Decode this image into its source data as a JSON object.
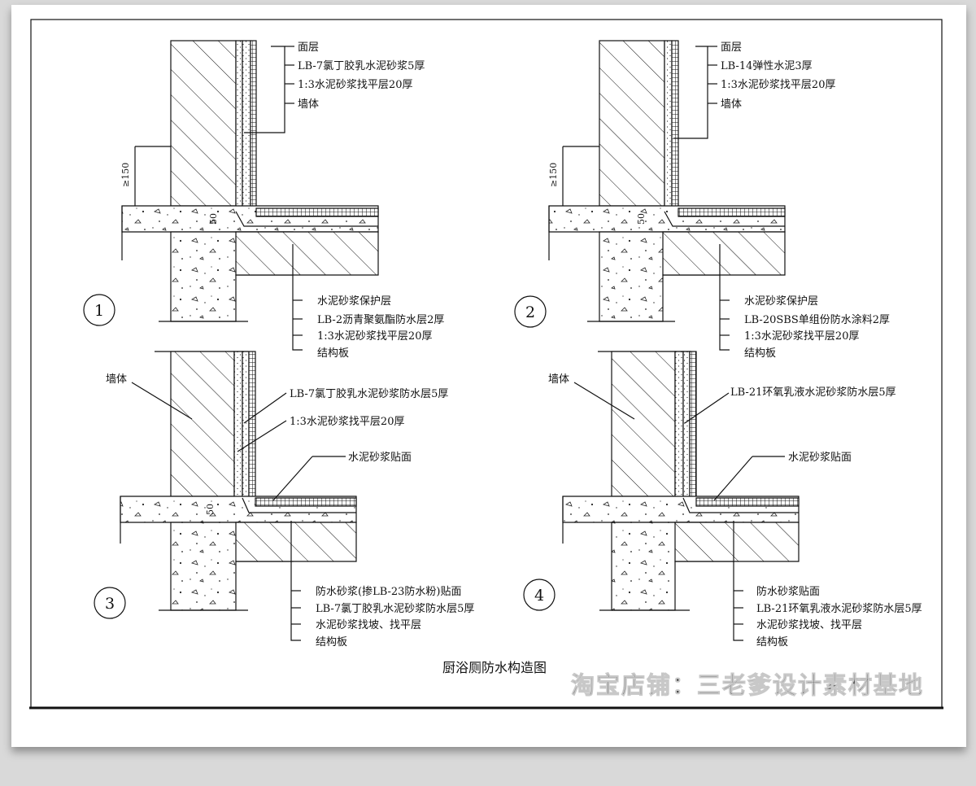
{
  "title": "厨浴厕防水构造图",
  "watermark": "淘宝店铺：三老爹设计素材基地",
  "details": [
    {
      "number": "1",
      "wall_labels": [
        "面层",
        "LB-7氯丁胶乳水泥砂浆5厚",
        "1:3水泥砂浆找平层20厚",
        "墙体"
      ],
      "floor_labels": [
        "水泥砂浆保护层",
        "LB-2沥青聚氨酯防水层2厚",
        "1:3水泥砂浆找平层20厚",
        "结构板"
      ],
      "dim_height": "≥150",
      "dim_offset": "50"
    },
    {
      "number": "2",
      "wall_labels": [
        "面层",
        "LB-14弹性水泥3厚",
        "1:3水泥砂浆找平层20厚",
        "墙体"
      ],
      "floor_labels": [
        "水泥砂浆保护层",
        "LB-20SBS单组份防水涂料2厚",
        "1:3水泥砂浆找平层20厚",
        "结构板"
      ],
      "dim_height": "≥150",
      "dim_offset": "50"
    },
    {
      "number": "3",
      "side_labels": [
        "墙体",
        "LB-7氯丁胶乳水泥砂浆防水层5厚",
        "1:3水泥砂浆找平层20厚",
        "水泥砂浆贴面"
      ],
      "floor_labels": [
        "防水砂浆(掺LB-23防水粉)贴面",
        "LB-7氯丁胶乳水泥砂浆防水层5厚",
        "水泥砂浆找坡、找平层",
        "结构板"
      ],
      "dim_offset": "50"
    },
    {
      "number": "4",
      "side_labels": [
        "墙体",
        "LB-21环氧乳液水泥砂浆防水层5厚",
        "水泥砂浆贴面"
      ],
      "floor_labels": [
        "防水砂浆贴面",
        "LB-21环氧乳液水泥砂浆防水层5厚",
        "水泥砂浆找坡、找平层",
        "结构板"
      ]
    }
  ]
}
